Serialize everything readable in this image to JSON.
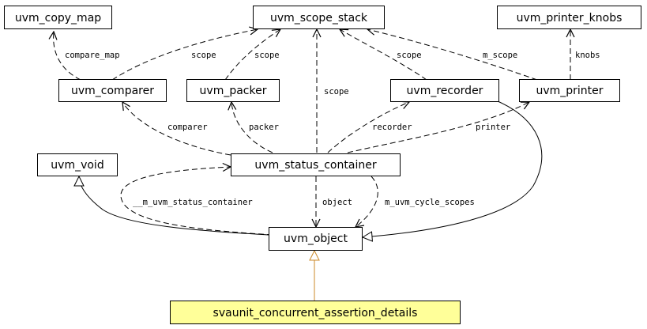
{
  "nodes": {
    "uvm_copy_map": "uvm_copy_map",
    "uvm_scope_stack": "uvm_scope_stack",
    "uvm_printer_knobs": "uvm_printer_knobs",
    "uvm_comparer": "uvm_comparer",
    "uvm_packer": "uvm_packer",
    "uvm_recorder": "uvm_recorder",
    "uvm_printer": "uvm_printer",
    "uvm_void": "uvm_void",
    "uvm_status_container": "uvm_status_container",
    "uvm_object": "uvm_object",
    "svaunit_concurrent_assertion_details": "svaunit_concurrent_assertion_details"
  },
  "edge_labels": {
    "compare_map": "compare_map",
    "scope_comparer": "scope",
    "scope_packer": "scope",
    "scope_status": "scope",
    "scope_recorder": "scope",
    "m_scope": "m_scope",
    "knobs": "knobs",
    "comparer": "comparer",
    "packer": "packer",
    "recorder": "recorder",
    "printer": "printer",
    "m_uvm_status_container": "__m_uvm_status_container",
    "object": "object",
    "m_uvm_cycle_scopes": "m_uvm_cycle_scopes"
  },
  "colors": {
    "highlight_fill": "#ffff99",
    "inherit_stroke_highlight": "#cc8a2a"
  }
}
